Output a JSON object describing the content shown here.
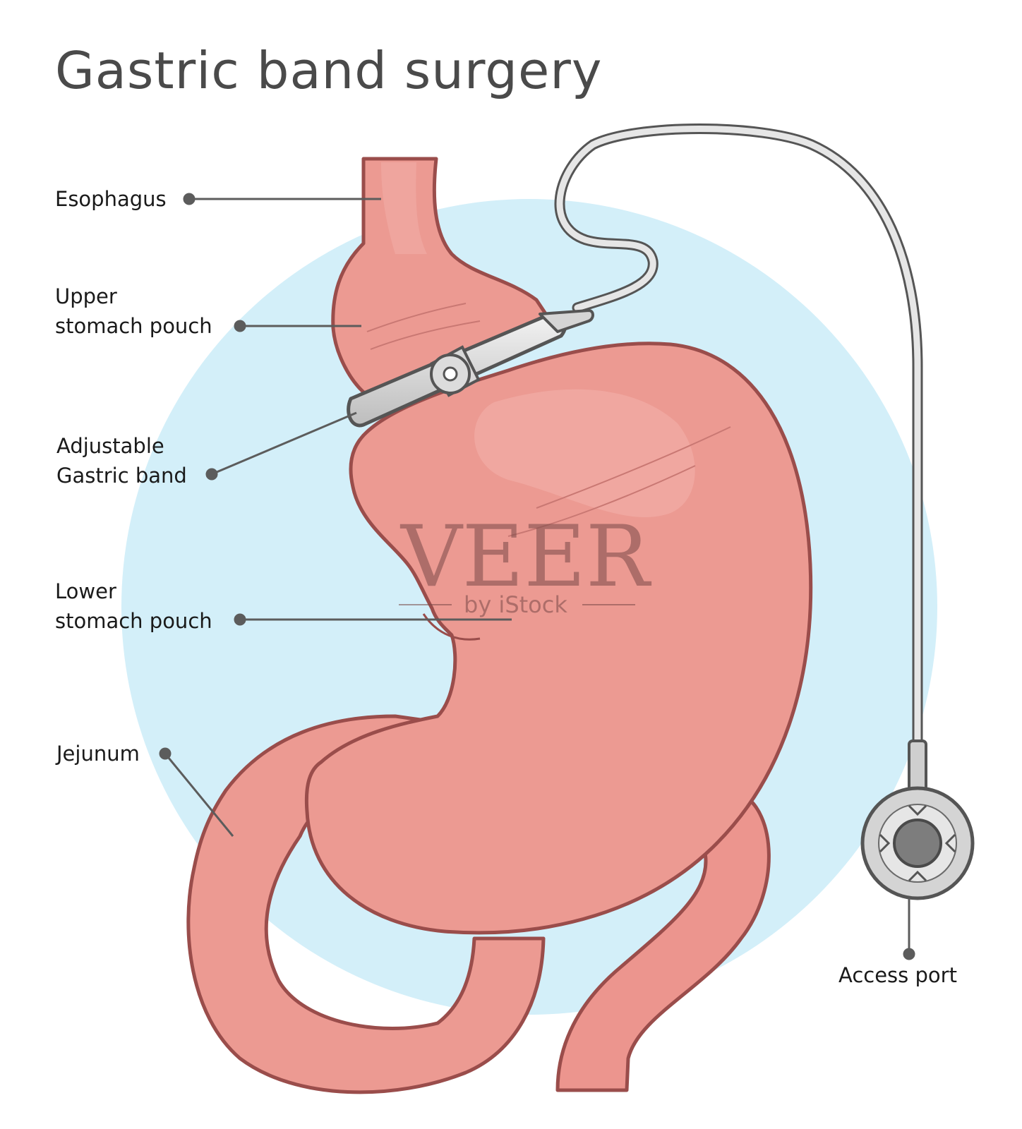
{
  "title": "Gastric band surgery",
  "labels": {
    "esophagus": "Esophagus",
    "upper_line1": "Upper",
    "upper_line2": "stomach pouch",
    "band_line1": "Adjustable",
    "band_line2": "Gastric band",
    "lower_line1": "Lower",
    "lower_line2": "stomach pouch",
    "jejunum": "Jejunum",
    "access_port": "Access port"
  },
  "watermark": {
    "brand": "VEER",
    "sub": "by iStock"
  },
  "colors": {
    "background_circle": "#d3eff9",
    "tissue_fill": "#ec9a92",
    "tissue_outline": "#9a4d4b",
    "device_gray": "#cdcdcd",
    "device_outline": "#555555",
    "leader_line": "#5c5c5c",
    "title_text": "#4a4a4a"
  }
}
